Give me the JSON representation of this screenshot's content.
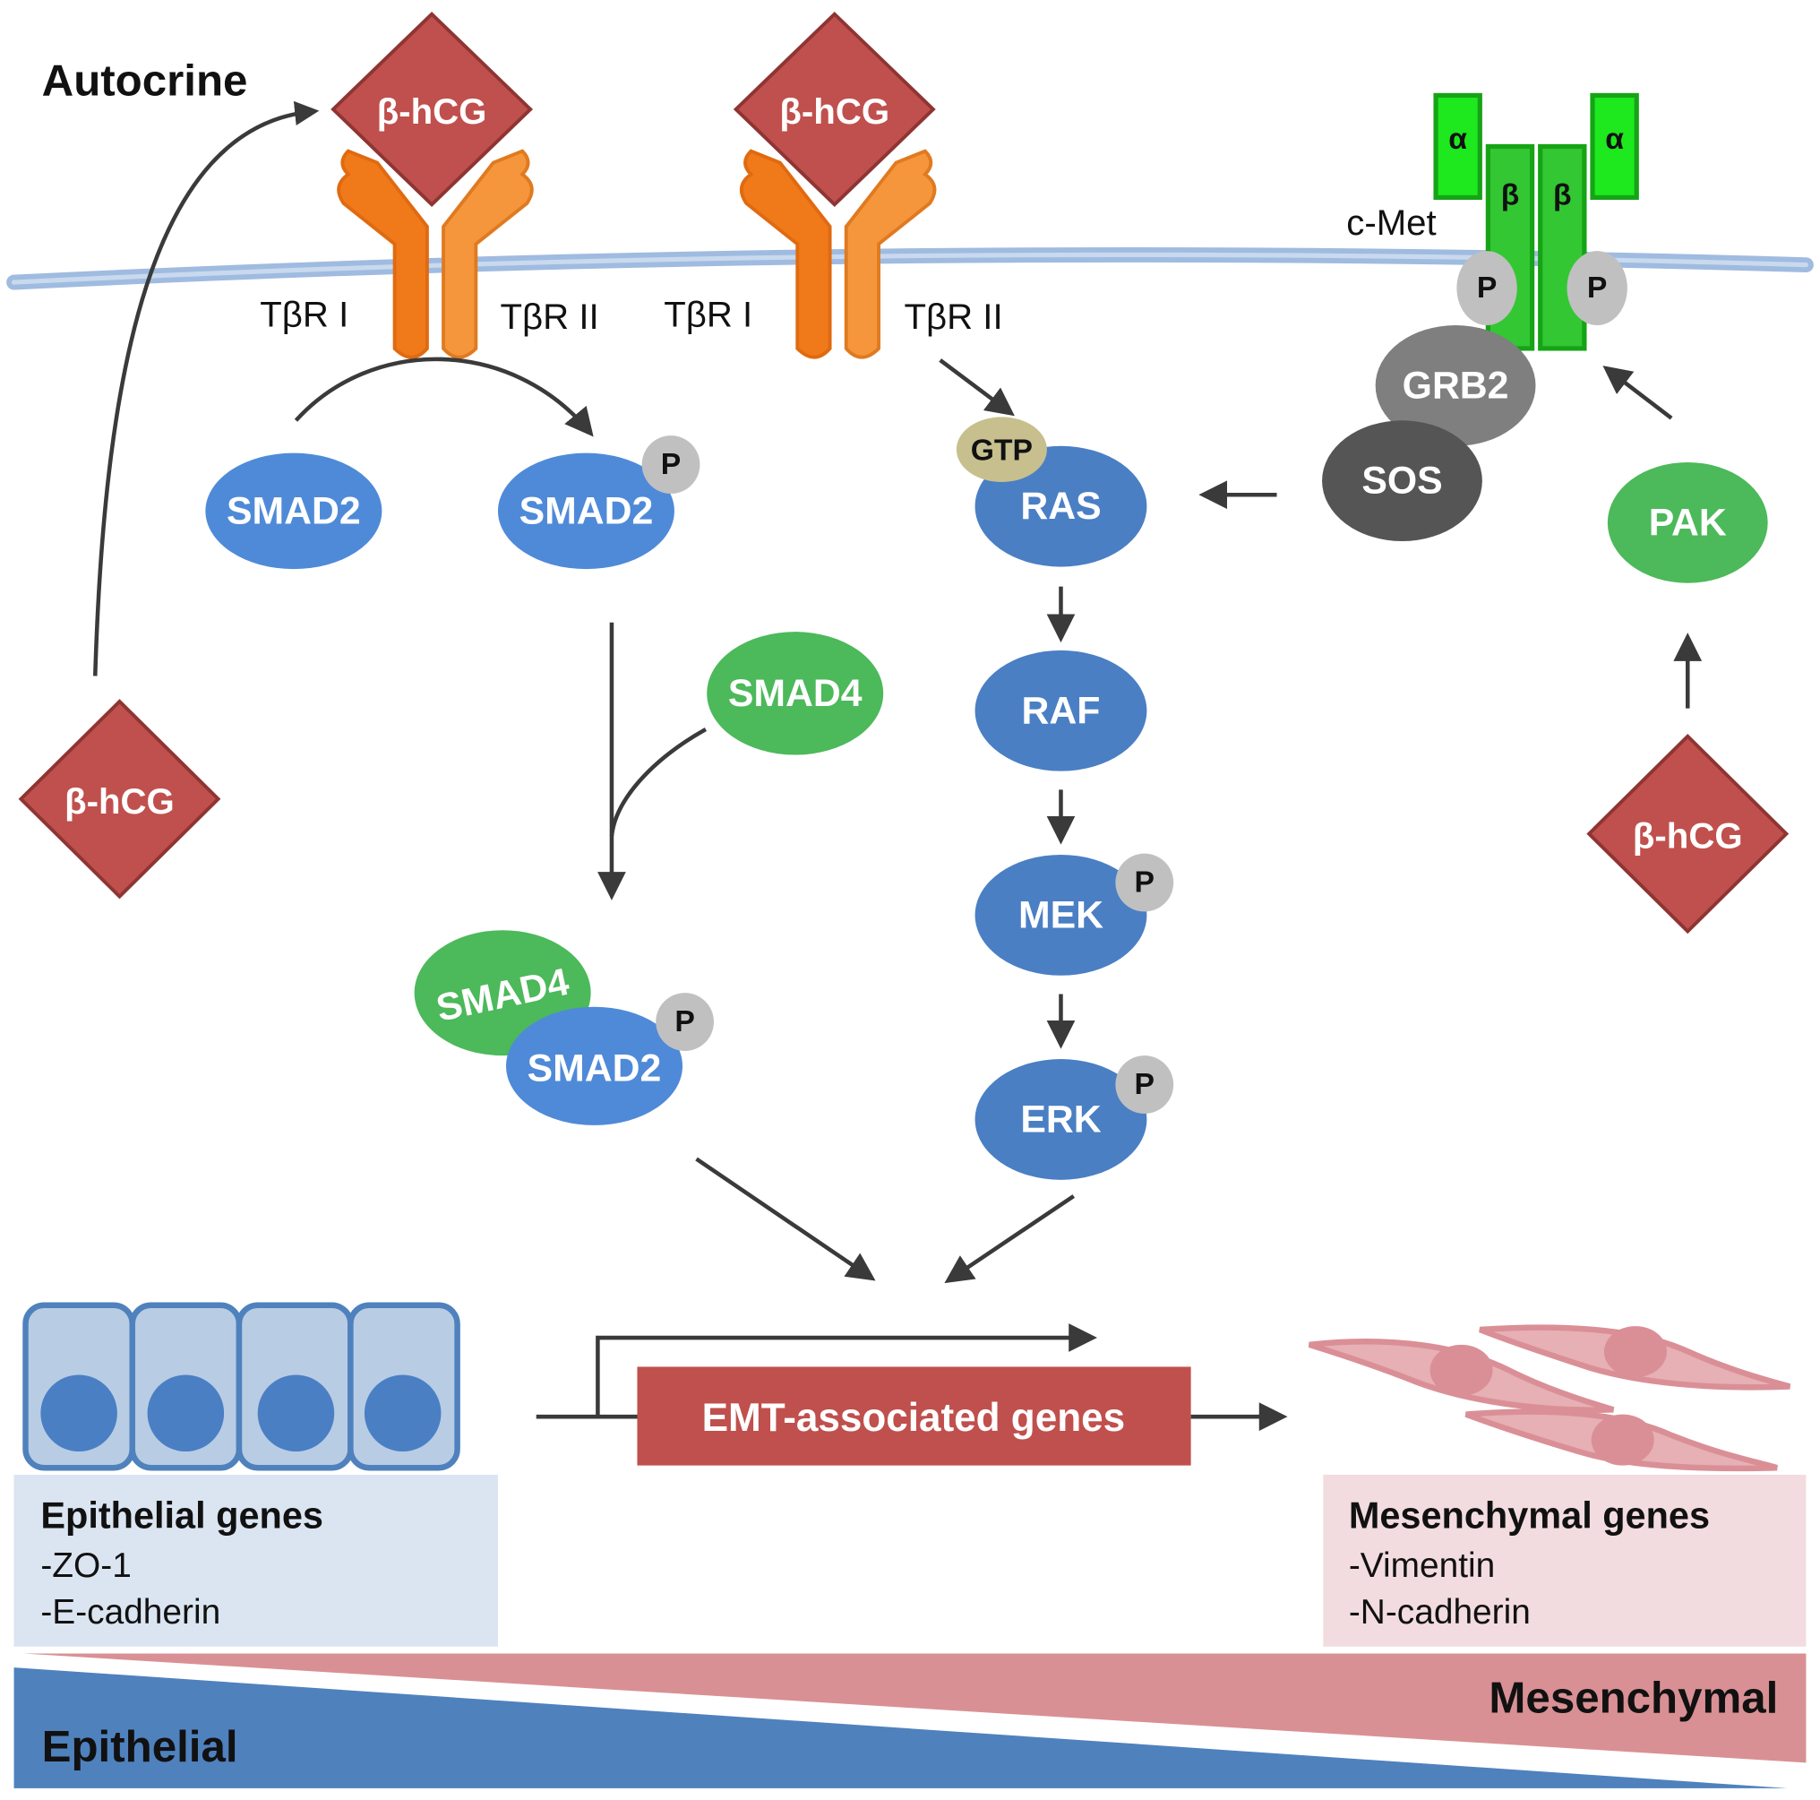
{
  "colors": {
    "hcg": "#c0504d",
    "hcg_border": "#8e3533",
    "receptor_1": "#f07a1a",
    "receptor_2": "#f5963d",
    "membrane": "#9fbbe0",
    "smad2_blue": "#4f8ad8",
    "erk_blue": "#4a7fc4",
    "green": "#4cb95a",
    "cmet_green": "#2ec72e",
    "p_gray": "#c0c0c0",
    "grb2_gray": "#7f7f7f",
    "sos_gray": "#555555",
    "gtp": "#c7c08e",
    "emt_box": "#c0504d",
    "epi_panel": "#dbe5f1",
    "mes_panel": "#f2dcdf",
    "epi_cell": "#b8cce4",
    "epi_cell_border": "#4f81bd",
    "mes_cell": "#e6b0b5",
    "mes_cell_border": "#da8f96",
    "epithelial_band": "#4f81bd",
    "mesenchymal_band": "#d99094"
  },
  "labels": {
    "autocrine": "Autocrine",
    "hcg": "β-hCG",
    "tbr1": "TβR I",
    "tbr2": "TβR II",
    "cmet": "c-Met",
    "alpha": "α",
    "beta": "β",
    "p": "P",
    "gtp": "GTP",
    "smad2": "SMAD2",
    "smad4": "SMAD4",
    "ras": "RAS",
    "raf": "RAF",
    "mek": "MEK",
    "erk": "ERK",
    "grb2": "GRB2",
    "sos": "SOS",
    "pak": "PAK",
    "emt_genes": "EMT-associated genes"
  },
  "epithelial_panel": {
    "title": "Epithelial genes",
    "genes": [
      "-ZO-1",
      "-E-cadherin"
    ]
  },
  "mesenchymal_panel": {
    "title": "Mesenchymal genes",
    "genes": [
      "-Vimentin",
      "-N-cadherin"
    ]
  },
  "gradient": {
    "left_label": "Epithelial",
    "right_label": "Mesenchymal"
  }
}
